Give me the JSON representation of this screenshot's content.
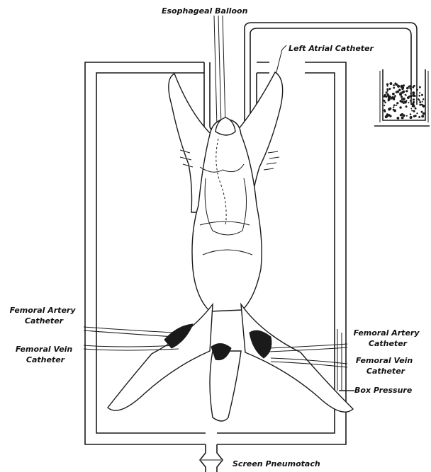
{
  "labels": {
    "esophageal_balloon": "Esophageal Balloon",
    "left_atrial_catheter": "Left Atrial Catheter",
    "femoral_artery_left": [
      "Femoral Artery",
      "Catheter"
    ],
    "femoral_vein_left": [
      "Femoral Vein",
      "Catheter"
    ],
    "femoral_artery_right": [
      "Femoral Artery",
      "Catheter"
    ],
    "femoral_vein_right": [
      "Femoral Vein",
      "Catheter"
    ],
    "box_pressure": "Box Pressure",
    "screen_pneumotach": "Screen Pneumotach"
  },
  "colors": {
    "ink": "#1a1a1a",
    "background": "#ffffff"
  }
}
